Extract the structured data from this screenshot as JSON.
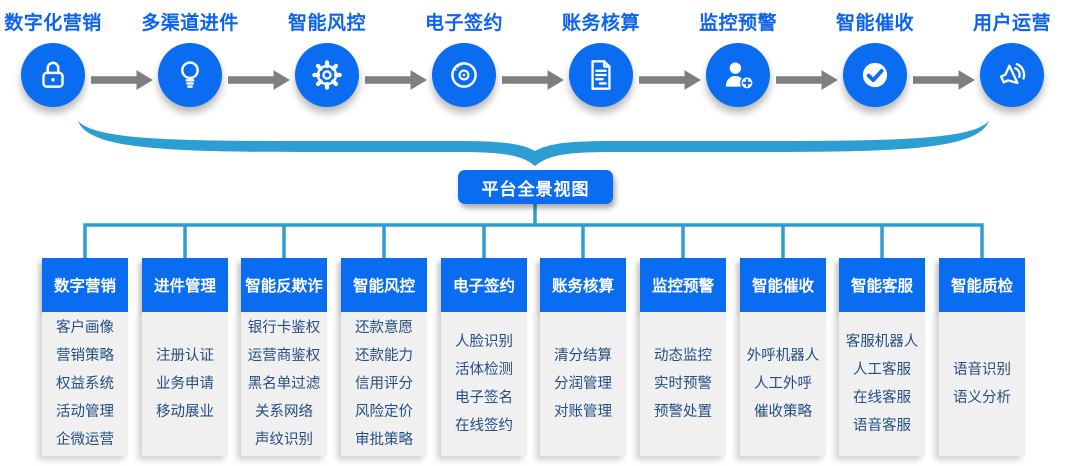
{
  "colors": {
    "accent_blue": "#0a6cf0",
    "label_blue": "#0d63ec",
    "teal_line": "#2d9ed1",
    "arrow_gray": "#7f7f7f",
    "panel_bg": "#f0f0f0",
    "panel_text": "#244e82",
    "white": "#ffffff"
  },
  "top_flow": {
    "stages": [
      {
        "label": "数字化营销",
        "icon": "lock-icon"
      },
      {
        "label": "多渠道进件",
        "icon": "bulb-icon"
      },
      {
        "label": "智能风控",
        "icon": "gear-icon"
      },
      {
        "label": "电子签约",
        "icon": "disc-icon"
      },
      {
        "label": "账务核算",
        "icon": "document-icon"
      },
      {
        "label": "监控预警",
        "icon": "user-add-icon"
      },
      {
        "label": "智能催收",
        "icon": "check-circle-icon"
      },
      {
        "label": "用户运营",
        "icon": "megaphone-icon"
      }
    ]
  },
  "center": {
    "label": "平台全景视图"
  },
  "columns": [
    {
      "title": "数字营销",
      "items": [
        "客户画像",
        "营销策略",
        "权益系统",
        "活动管理",
        "企微运营"
      ]
    },
    {
      "title": "进件管理",
      "items": [
        "注册认证",
        "业务申请",
        "移动展业"
      ]
    },
    {
      "title": "智能反欺诈",
      "items": [
        "银行卡鉴权",
        "运营商鉴权",
        "黑名单过滤",
        "关系网络",
        "声纹识别"
      ]
    },
    {
      "title": "智能风控",
      "items": [
        "还款意愿",
        "还款能力",
        "信用评分",
        "风险定价",
        "审批策略"
      ]
    },
    {
      "title": "电子签约",
      "items": [
        "人脸识别",
        "活体检测",
        "电子签名",
        "在线签约"
      ]
    },
    {
      "title": "账务核算",
      "items": [
        "清分结算",
        "分润管理",
        "对账管理"
      ]
    },
    {
      "title": "监控预警",
      "items": [
        "动态监控",
        "实时预警",
        "预警处置"
      ]
    },
    {
      "title": "智能催收",
      "items": [
        "外呼机器人",
        "人工外呼",
        "催收策略"
      ]
    },
    {
      "title": "智能客服",
      "items": [
        "客服机器人",
        "人工客服",
        "在线客服",
        "语音客服"
      ]
    },
    {
      "title": "智能质检",
      "items": [
        "语音识别",
        "语义分析"
      ]
    }
  ]
}
